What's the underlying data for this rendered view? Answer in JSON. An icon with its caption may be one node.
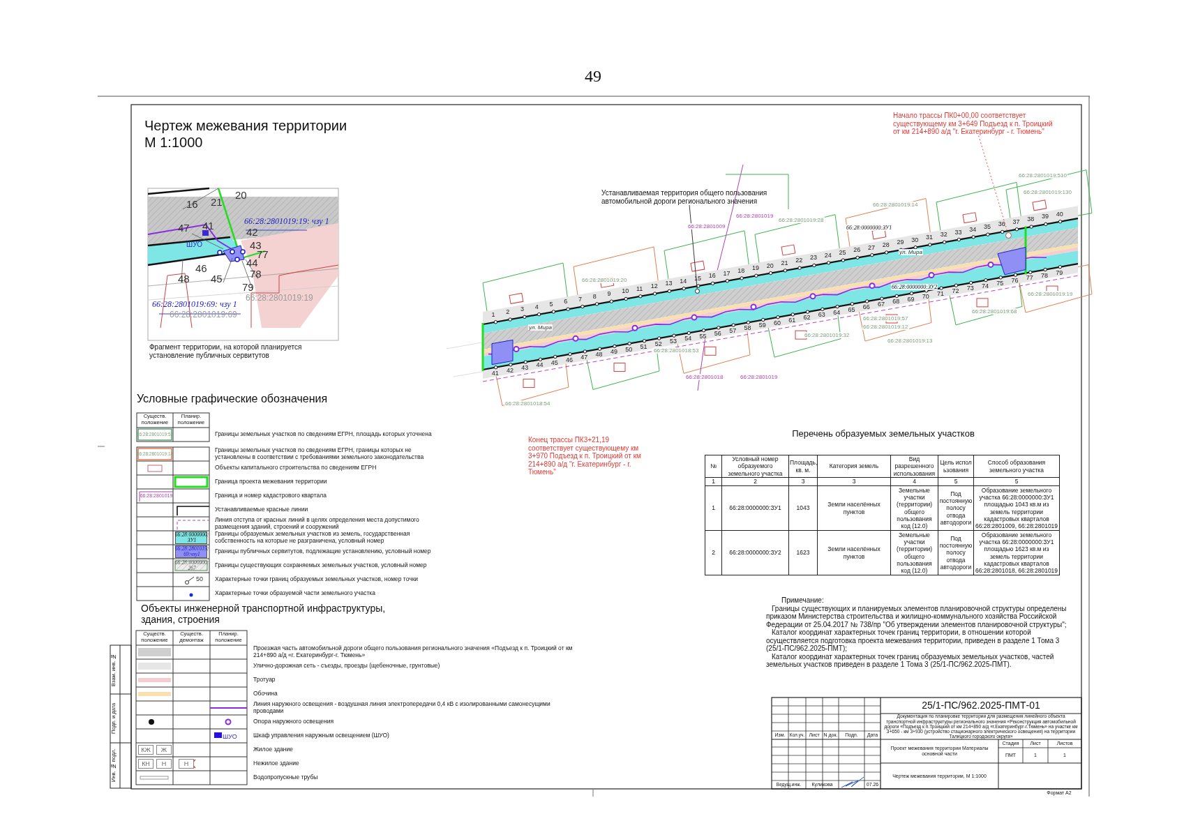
{
  "diagram": {
    "title": "Чертеж межевания территории М 1:1000",
    "nodes": [
      {
        "text": [
          "Начало трассы ПК0+00,00 соответствует существующему км 3+649 Подъезд к п. Троицкий от км 214+890 а/д \"г. Екатеринбург - г. Тюмень\""
        ]
      },
      {
        "text": [
          "Устанавливаемая территория общего пользования автомобильной дороги регионального значения"
        ]
      },
      {
        "text": [],
        "shape": "circle"
      },
      {
        "text": [],
        "shape": "circle"
      }
    ],
    "edges": [
      {
        "from": 0,
        "to": 2,
        "arrow": "none",
        "style": "dashed",
        "color": "#e53935"
      },
      {
        "from": 1,
        "to": 3,
        "arrow": "none",
        "color": "#222222"
      }
    ],
    "labels": [
      "49",
      "16",
      "21",
      "20",
      "66:28:2801019:19: чзу 1",
      "47",
      "41",
      "42",
      "ШУО",
      "43",
      "77",
      "46",
      "44",
      "78",
      "48",
      "45",
      "79",
      "66:28:2801019:19",
      "66:28:2801019:69: чзу 1",
      "66:28:2801019:69",
      "Фрагмент территории, на которой планируется установление публичных сервитутов",
      "66:28:2801019:510",
      "66:28:2801019:130",
      "66:28:2801019:14",
      "66:28:2801019",
      "66:28:2801019:28",
      "66:28:2801009",
      "66:28:2801019:20",
      "66:28:0000000:ЗУ1",
      "ул. Мира",
      "66:28:2801019:68",
      "66:28:2801019:19",
      "66:28:0000000:ЗУ2",
      "66:28:2801019:57",
      "66:28:2801019:12",
      "66:28:2801019:32",
      "66:28:2801019:13",
      "66:28:2801018:53",
      "ул. Мира",
      "66:28:2801018",
      "66:28:2801019",
      "66:28:2801018:54",
      "1",
      "2",
      "3",
      "4",
      "5",
      "6",
      "7",
      "8",
      "9",
      "10",
      "11",
      "12",
      "13",
      "14",
      "15",
      "16",
      "17",
      "18",
      "19",
      "20",
      "21",
      "22",
      "23",
      "24",
      "25",
      "26",
      "27",
      "28",
      "29",
      "30",
      "31",
      "32",
      "33",
      "34",
      "35",
      "36",
      "37",
      "38",
      "39",
      "40",
      "41",
      "42",
      "43",
      "44",
      "45",
      "46",
      "47",
      "48",
      "49",
      "50",
      "51",
      "52",
      "53",
      "54",
      "55",
      "56",
      "57",
      "58",
      "59",
      "60",
      "61",
      "62",
      "63",
      "64",
      "65",
      "66",
      "67",
      "68",
      "69",
      "70",
      "71",
      "72",
      "73",
      "74",
      "75",
      "76",
      "77",
      "78",
      "79",
      "Конец трассы ПК3+21,19 соответствует существующему км 3+970 Подъезд к п. Троицкий от км 214+890 а/д \"г. Екатеринбург - г. Тюмень\"",
      "Условные графические обозначения",
      "Существ. положение",
      "Планир. положение",
      "66:28:2801019:53",
      "66:28:2801019:14",
      "66:28:2801019",
      "66:28:0000000:ЗУ1",
      "66:28:2801019:69:чзу1",
      "66:28:0000000:267",
      "50",
      "Объекты инженерной транспортной инфраструктуры, здания, строения",
      "Существ. положение",
      "Существ. демонтаж",
      "Планир. положение",
      "ШУО",
      "КЖ",
      "Ж",
      "КН",
      "Н",
      "Н",
      "Перечень образуемых земельных участков",
      "№",
      "Условный номер образуемого земельного участка",
      "Площадь, кв. м.",
      "Категория земель",
      "Вид разрешенного использования",
      "Цель использования",
      "Способ образования земельного участка",
      "1",
      "2",
      "3",
      "3",
      "4",
      "5",
      "5",
      "1",
      "66:28:0000000:ЗУ1",
      "1043",
      "Земли населённых пунктов",
      "Земельные участки (территории) общего пользования код (12.0)",
      "Под постоянную полосу отвода автодороги",
      "Образование земельного участка 66:28:0000000:ЗУ1 площадью 1043 кв.м из земель территории кадастровых кварталов 66:28:2801009, 66:28:2801019",
      "2",
      "66:28:0000000:ЗУ2",
      "1623",
      "Земли населённых пунктов",
      "Земельные участки (территории) общего пользования код (12.0)",
      "Под постоянную полосу отвода автодороги",
      "Образование земельного участка 66:28:0000000:ЗУ1 площадью 1623 кв.м из земель территории кадастровых кварталов 66:28:2801018, 66:28:2801019",
      "Примечание:",
      "Границы существующих и планируемых элементов планировочной структуры определены приказом Министерства строительства и жилищно-коммунального хозяйства Российской Федерации от 25.04.2017 № 738/пр \"Об утверждении элементов планировочной структуры\";",
      "Каталог координат характерных точек границ территории, в отношении которой осуществляется подготовка проекта межевания территории, приведен в разделе 1 Тома 3 (25/1-ПС/962.2025-ПМТ);",
      "Каталог координат характерных точек границ образуемых земельных участков, частей земельных участков приведен в разделе 1 Тома 3 (25/1-ПС/962.2025-ПМТ).",
      "25/1-ПС/962.2025-ПМТ-01",
      "Документация по планировке территории для размещения линейного объекта транспортной инфраструктуры регионального значения «Реконструкция автомобильной дороги «Подъезд к п.Троицкий от км 214+890 а/д «г.Екатеринбург-г.Тюмень» на участке км 3+650 - км 3+930 (устройство стационарного электрического освещения) на территории Талицкого городского округа»",
      "Изм.",
      "Кол.уч.",
      "Лист",
      "N док.",
      "Подп.",
      "Дата",
      "Проект межевания территории Материалы основной части",
      "Стадия",
      "Лист",
      "Листов",
      "ПМТ",
      "1",
      "1",
      "Ведущ.инж.",
      "Куликова",
      "07.26",
      "Чертеж межевания территории, М 1:1000",
      "Формат А2",
      "Взам. инв. №",
      "Подп. и дата",
      "Инв. № подл."
    ],
    "legend": [
      {
        "text": "Границы земельных участков по сведениям ЕГРН, площадь которых уточнена"
      },
      {
        "text": "Границы земельных участков по сведениям ЕГРН, границы которых не установлены в соответствии с требованиями земельного законодательства"
      },
      {
        "text": "Объекты капитального строительства по сведениям ЕГРН"
      },
      {
        "text": "Граница проекта межевания территории"
      },
      {
        "text": "Граница и номер кадастрового квартала"
      },
      {
        "text": "Устанавливаемые красные линии"
      },
      {
        "text": "Линия отступа от красных линий в целях определения места допустимого размещения зданий, строений и сооружений"
      },
      {
        "text": "Границы образуемых земельных участков из земель, государственная собственность на которые не разграничена, условный номер",
        "color": "#7fe6e6"
      },
      {
        "text": "Границы публичных сервитутов, подлежащие установлению, условный номер",
        "color": "#8f8ff5"
      },
      {
        "text": "Границы существующих сохраняемых земельных участков, условный номер"
      },
      {
        "text": "Характерные точки границ образуемых земельных участков, номер точки"
      },
      {
        "text": "Характерные точки образуемой части земельного участка"
      },
      {
        "text": "Проезжая часть автомобильной дороги общего пользования регионального значения «Подъезд к п. Троицкий от км 214+890 а/д «г. Екатеринбург-г. Тюмень»",
        "color": "#cfcfcf"
      },
      {
        "text": "Улично-дорожная сеть - съезды, проезды (щебеночные, грунтовые)",
        "color": "#e6e6e6"
      },
      {
        "text": "Тротуар",
        "color": "#f5cdd0"
      },
      {
        "text": "Обочина",
        "color": "#f8e0b0"
      },
      {
        "text": "Линия наружного освещения - воздушная линия электропередачи 0,4 кВ с изолированными самонесущими проводами"
      },
      {
        "text": "Опора наружного освещения"
      },
      {
        "text": "Шкаф управления наружным освещением (ШУО)"
      },
      {
        "text": "Жилое здание"
      },
      {
        "text": "Нежилое здание"
      },
      {
        "text": "Водопропускные трубы"
      }
    ]
  }
}
